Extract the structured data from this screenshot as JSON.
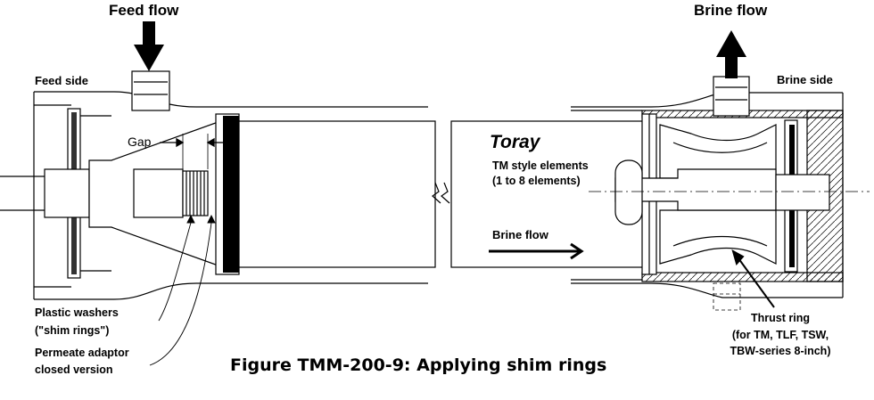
{
  "labels": {
    "feed_flow": "Feed flow",
    "brine_flow_top": "Brine flow",
    "feed_side": "Feed side",
    "brine_side": "Brine side",
    "gap": "Gap",
    "brand": "Toray",
    "tm_style_line1": "TM style elements",
    "tm_style_line2": "(1 to 8 elements)",
    "brine_flow_inner": "Brine flow",
    "plastic_washers_line1": "Plastic washers",
    "plastic_washers_line2": "(\"shim rings\")",
    "permeate_line1": "Permeate adaptor",
    "permeate_line2": "closed version",
    "thrust_line1": "Thrust ring",
    "thrust_line2": "(for TM, TLF, TSW,",
    "thrust_line3": "TBW-series 8-inch)"
  },
  "caption": "Figure TMM-200-9: Applying shim rings"
}
